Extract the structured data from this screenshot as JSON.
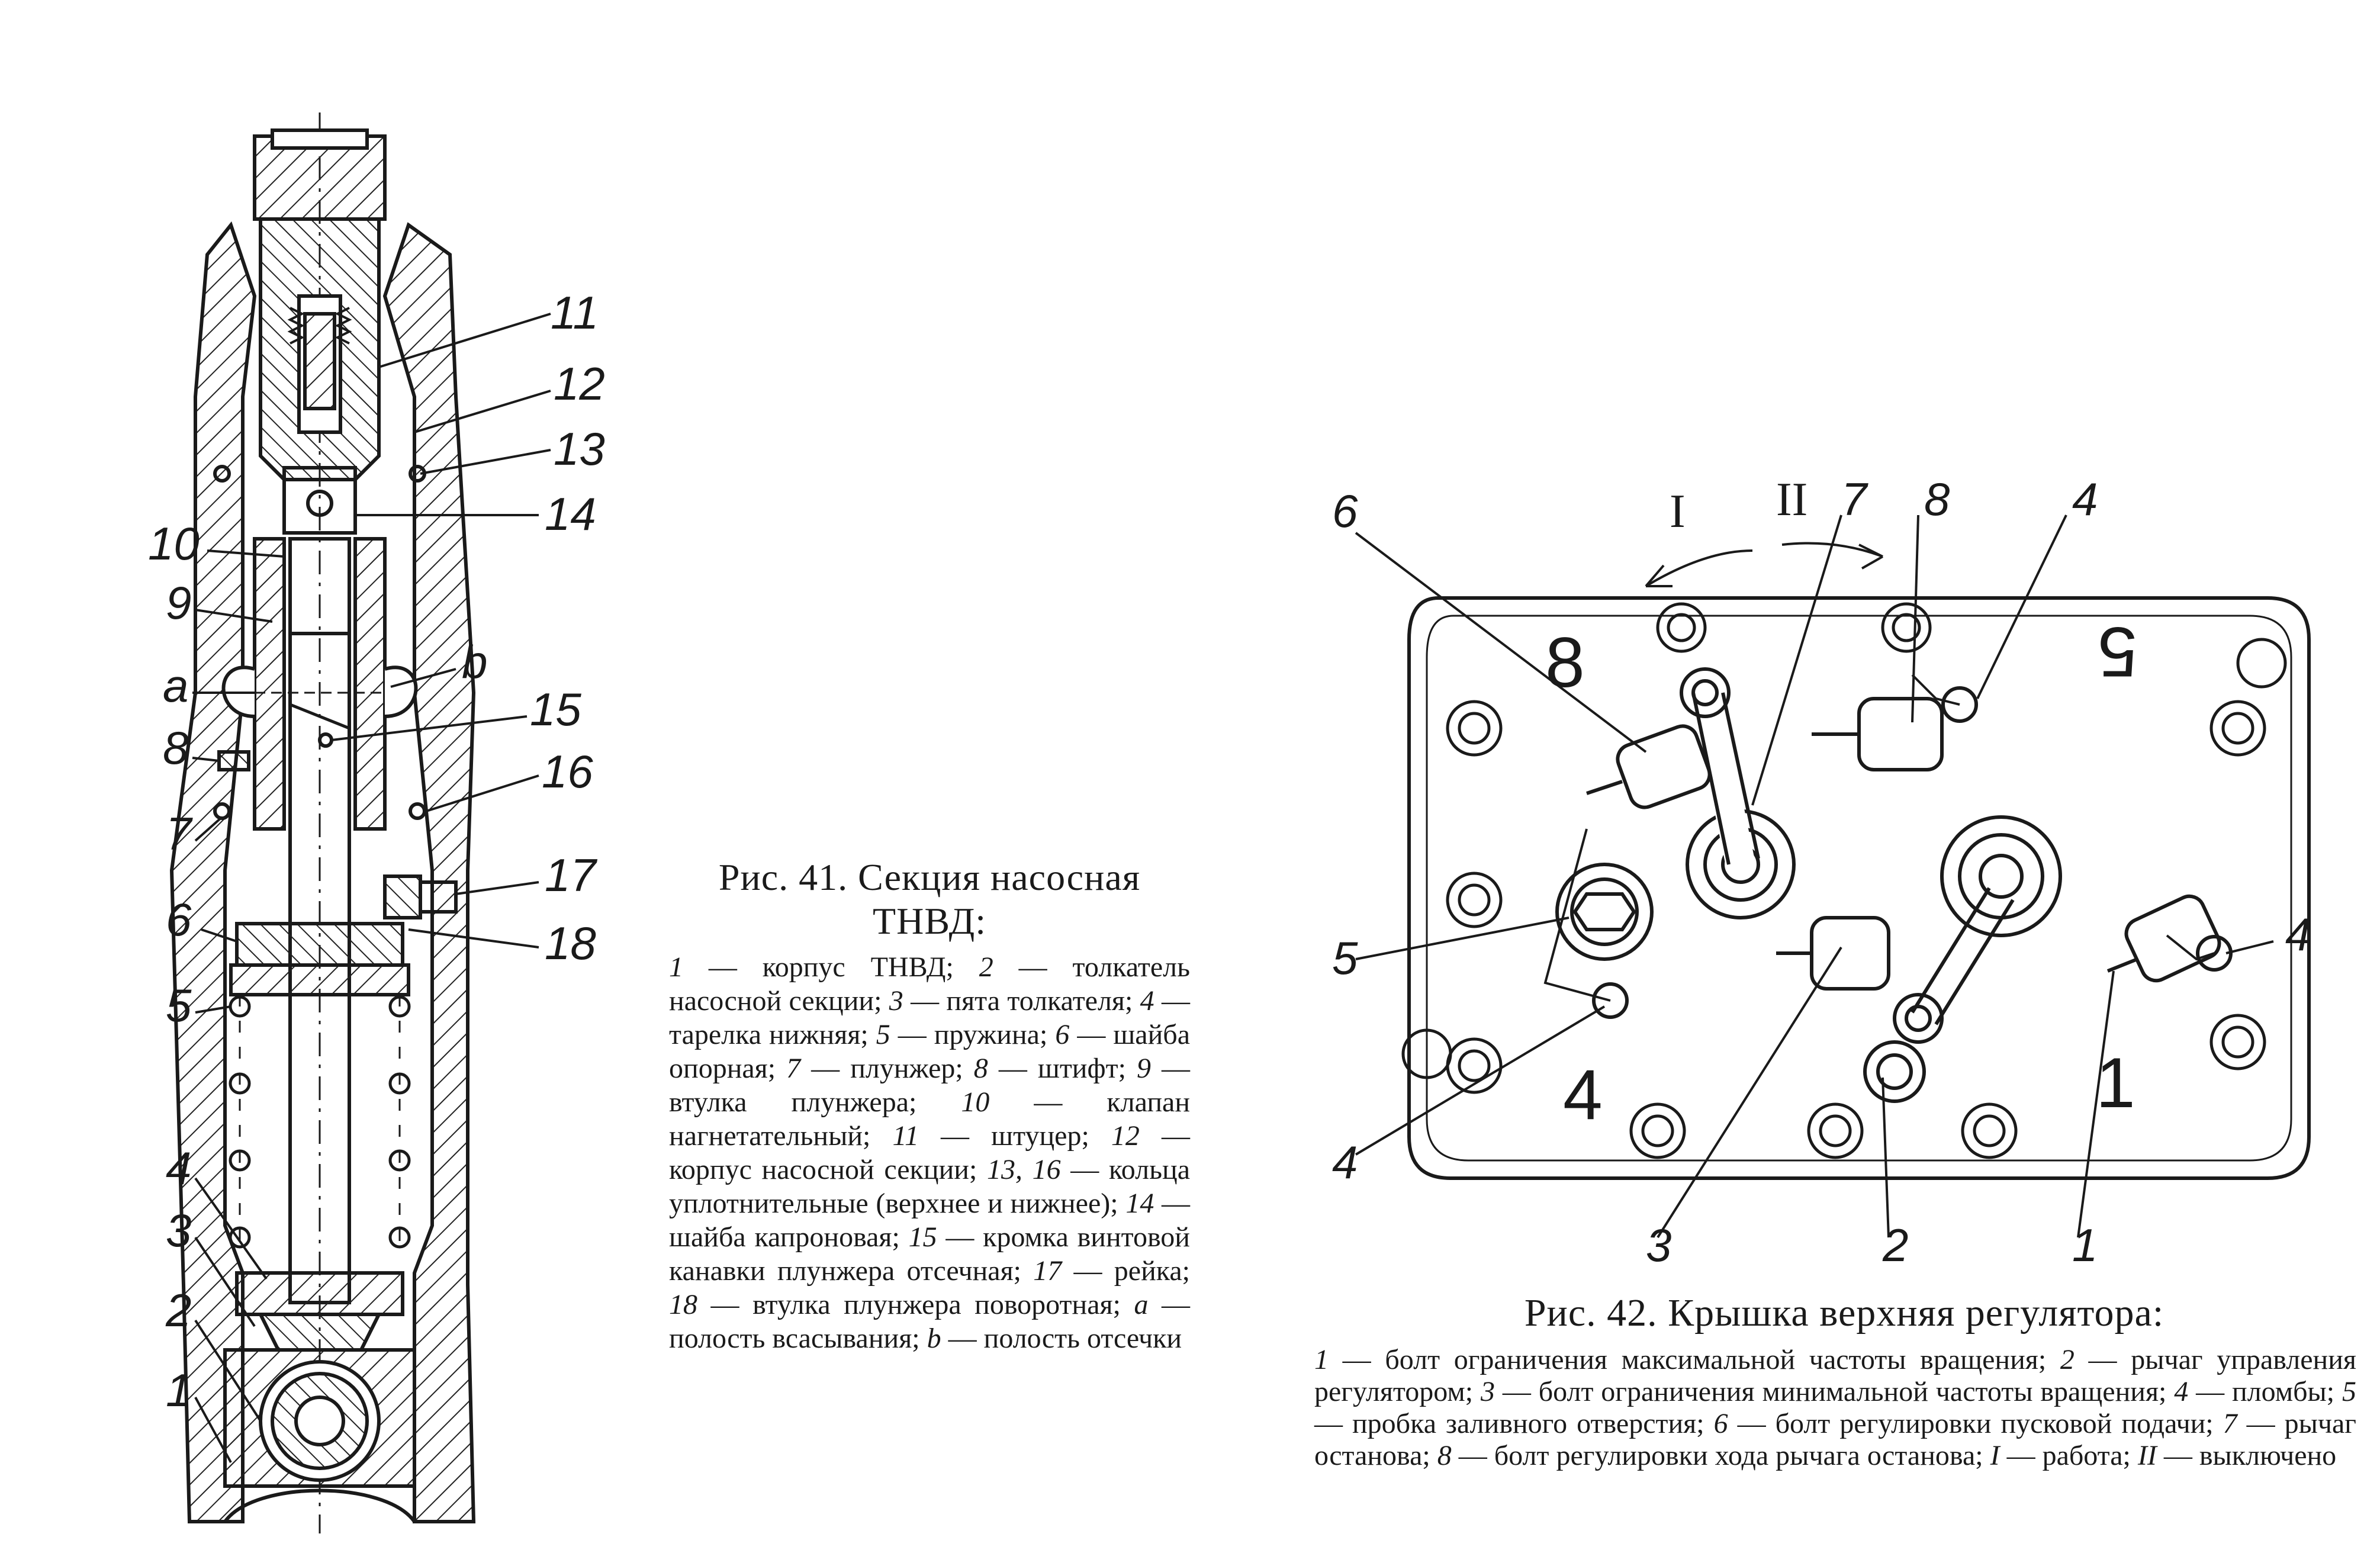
{
  "figure41": {
    "labels": {
      "l1": "1",
      "l2": "2",
      "l3": "3",
      "l4": "4",
      "l5": "5",
      "l6": "6",
      "l7": "7",
      "l8": "8",
      "l9": "9",
      "l10": "10",
      "l11": "11",
      "l12": "12",
      "l13": "13",
      "l14": "14",
      "l15": "15",
      "l16": "16",
      "l17": "17",
      "l18": "18",
      "la": "a",
      "lb": "b"
    },
    "caption_title_1": "Рис. 41. Секция насосная",
    "caption_title_2": "ТНВД:",
    "legend": [
      {
        "n": "1",
        "t": "корпус ТНВД;"
      },
      {
        "n": "2",
        "t": "толкатель насосной секции;"
      },
      {
        "n": "3",
        "t": "пята толкателя;"
      },
      {
        "n": "4",
        "t": "тарелка нижняя;"
      },
      {
        "n": "5",
        "t": "пружина;"
      },
      {
        "n": "6",
        "t": "шайба опорная;"
      },
      {
        "n": "7",
        "t": "плунжер;"
      },
      {
        "n": "8",
        "t": "штифт;"
      },
      {
        "n": "9",
        "t": "втулка плунжера;"
      },
      {
        "n": "10",
        "t": "клапан нагнетательный;"
      },
      {
        "n": "11",
        "t": "штуцер;"
      },
      {
        "n": "12",
        "t": "корпус насосной секции;"
      },
      {
        "n": "13, 16",
        "t": "кольца уплотнительные (верхнее и нижнее);"
      },
      {
        "n": "14",
        "t": "шайба капроновая;"
      },
      {
        "n": "15",
        "t": "кромка винтовой канавки плунжера отсечная;"
      },
      {
        "n": "17",
        "t": "рейка;"
      },
      {
        "n": "18",
        "t": "втулка плунжера поворотная;"
      },
      {
        "n": "a",
        "t": "полость всасывания;"
      },
      {
        "n": "b",
        "t": "полость отсечки"
      }
    ]
  },
  "figure42": {
    "labels": {
      "l1": "1",
      "l2": "2",
      "l3": "3",
      "l4a": "4",
      "l4b": "4",
      "l4c": "4",
      "l5": "5",
      "l6": "6",
      "l7": "7",
      "l8": "8",
      "lI": "I",
      "lII": "II",
      "plate8": "8",
      "plate5": "5",
      "plate4": "4",
      "plate1": "1"
    },
    "caption_title": "Рис. 42. Крышка верхняя регулятора:",
    "legend": [
      {
        "n": "1",
        "t": "болт ограничения максимальной частоты вращения;"
      },
      {
        "n": "2",
        "t": "рычаг управления регулятором;"
      },
      {
        "n": "3",
        "t": "болт ограничения минимальной частоты вращения;"
      },
      {
        "n": "4",
        "t": "пломбы;"
      },
      {
        "n": "5",
        "t": "пробка заливного отверстия;"
      },
      {
        "n": "6",
        "t": "болт регулировки пусковой подачи;"
      },
      {
        "n": "7",
        "t": "рычаг останова;"
      },
      {
        "n": "8",
        "t": "болт регулировки хода рычага останова;"
      },
      {
        "n": "I",
        "t": "работа;"
      },
      {
        "n": "II",
        "t": "выключено"
      }
    ]
  }
}
